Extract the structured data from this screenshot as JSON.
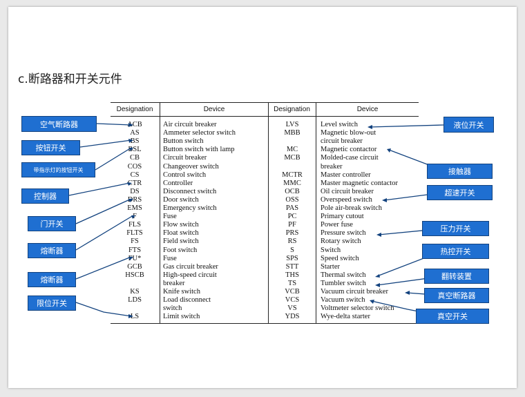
{
  "slide": {
    "title": "c.断路器和开关元件"
  },
  "table": {
    "headers": [
      "Designation",
      "Device",
      "Designation",
      "Device"
    ],
    "left": [
      {
        "code": "ACB",
        "device": "Air circuit breaker"
      },
      {
        "code": "AS",
        "device": "Ammeter selector switch"
      },
      {
        "code": "BS",
        "device": "Button switch"
      },
      {
        "code": "BSL",
        "device": "Button switch with lamp"
      },
      {
        "code": "CB",
        "device": "Circuit breaker"
      },
      {
        "code": "COS",
        "device": "Changeover switch"
      },
      {
        "code": "CS",
        "device": "Control switch"
      },
      {
        "code": "CTR",
        "device": "Controller"
      },
      {
        "code": "DS",
        "device": "Disconnect switch"
      },
      {
        "code": "DRS",
        "device": "Door switch"
      },
      {
        "code": "EMS",
        "device": "Emergency switch"
      },
      {
        "code": "F",
        "device": "Fuse"
      },
      {
        "code": "FLS",
        "device": "Flow switch"
      },
      {
        "code": "FLTS",
        "device": "Float switch"
      },
      {
        "code": "FS",
        "device": "Field switch"
      },
      {
        "code": "FTS",
        "device": "Foot switch"
      },
      {
        "code": "FU*",
        "device": "Fuse"
      },
      {
        "code": "GCB",
        "device": "Gas circuit breaker"
      },
      {
        "code": "HSCB",
        "device": "High-speed circuit"
      },
      {
        "code": "",
        "device": "breaker"
      },
      {
        "code": "KS",
        "device": "Knife switch"
      },
      {
        "code": "LDS",
        "device": "Load disconnect"
      },
      {
        "code": "",
        "device": "switch"
      },
      {
        "code": "LS",
        "device": "Limit switch"
      }
    ],
    "right": [
      {
        "code": "LVS",
        "device": "Level switch"
      },
      {
        "code": "MBB",
        "device": "Magnetic blow-out"
      },
      {
        "code": "",
        "device": "circuit breaker"
      },
      {
        "code": "MC",
        "device": "Magnetic contactor"
      },
      {
        "code": "MCB",
        "device": "Molded-case circuit"
      },
      {
        "code": "",
        "device": "breaker"
      },
      {
        "code": "MCTR",
        "device": "Master controller"
      },
      {
        "code": "MMC",
        "device": "Master magnetic contactor"
      },
      {
        "code": "OCB",
        "device": "Oil circuit breaker"
      },
      {
        "code": "OSS",
        "device": "Overspeed switch"
      },
      {
        "code": "PAS",
        "device": "Pole air-break switch"
      },
      {
        "code": "PC",
        "device": "Primary cutout"
      },
      {
        "code": "PF",
        "device": "Power fuse"
      },
      {
        "code": "PRS",
        "device": "Pressure switch"
      },
      {
        "code": "RS",
        "device": "Rotary switch"
      },
      {
        "code": "S",
        "device": "Switch"
      },
      {
        "code": "SPS",
        "device": "Speed switch"
      },
      {
        "code": "STT",
        "device": "Starter"
      },
      {
        "code": "THS",
        "device": "Thermal switch"
      },
      {
        "code": "TS",
        "device": "Tumbler switch"
      },
      {
        "code": "VCB",
        "device": "Vacuum circuit breaker"
      },
      {
        "code": "VCS",
        "device": "Vacuum switch"
      },
      {
        "code": "VS",
        "device": "Voltmeter selector switch"
      },
      {
        "code": "YDS",
        "device": "Wye-delta starter"
      }
    ]
  },
  "callouts": {
    "left": [
      "空气断路器",
      "按钮开关",
      "带指示灯的按钮开关",
      "控制器",
      "门开关",
      "熔断器",
      "熔断器",
      "限位开关"
    ],
    "right": [
      "液位开关",
      "接触器",
      "超速开关",
      "压力开关",
      "热控开关",
      "翻转装置",
      "真空断路器",
      "真空开关"
    ]
  },
  "colors": {
    "callout_fill": "#1f6fd1",
    "callout_border": "#12427e",
    "leader": "#12427e"
  }
}
